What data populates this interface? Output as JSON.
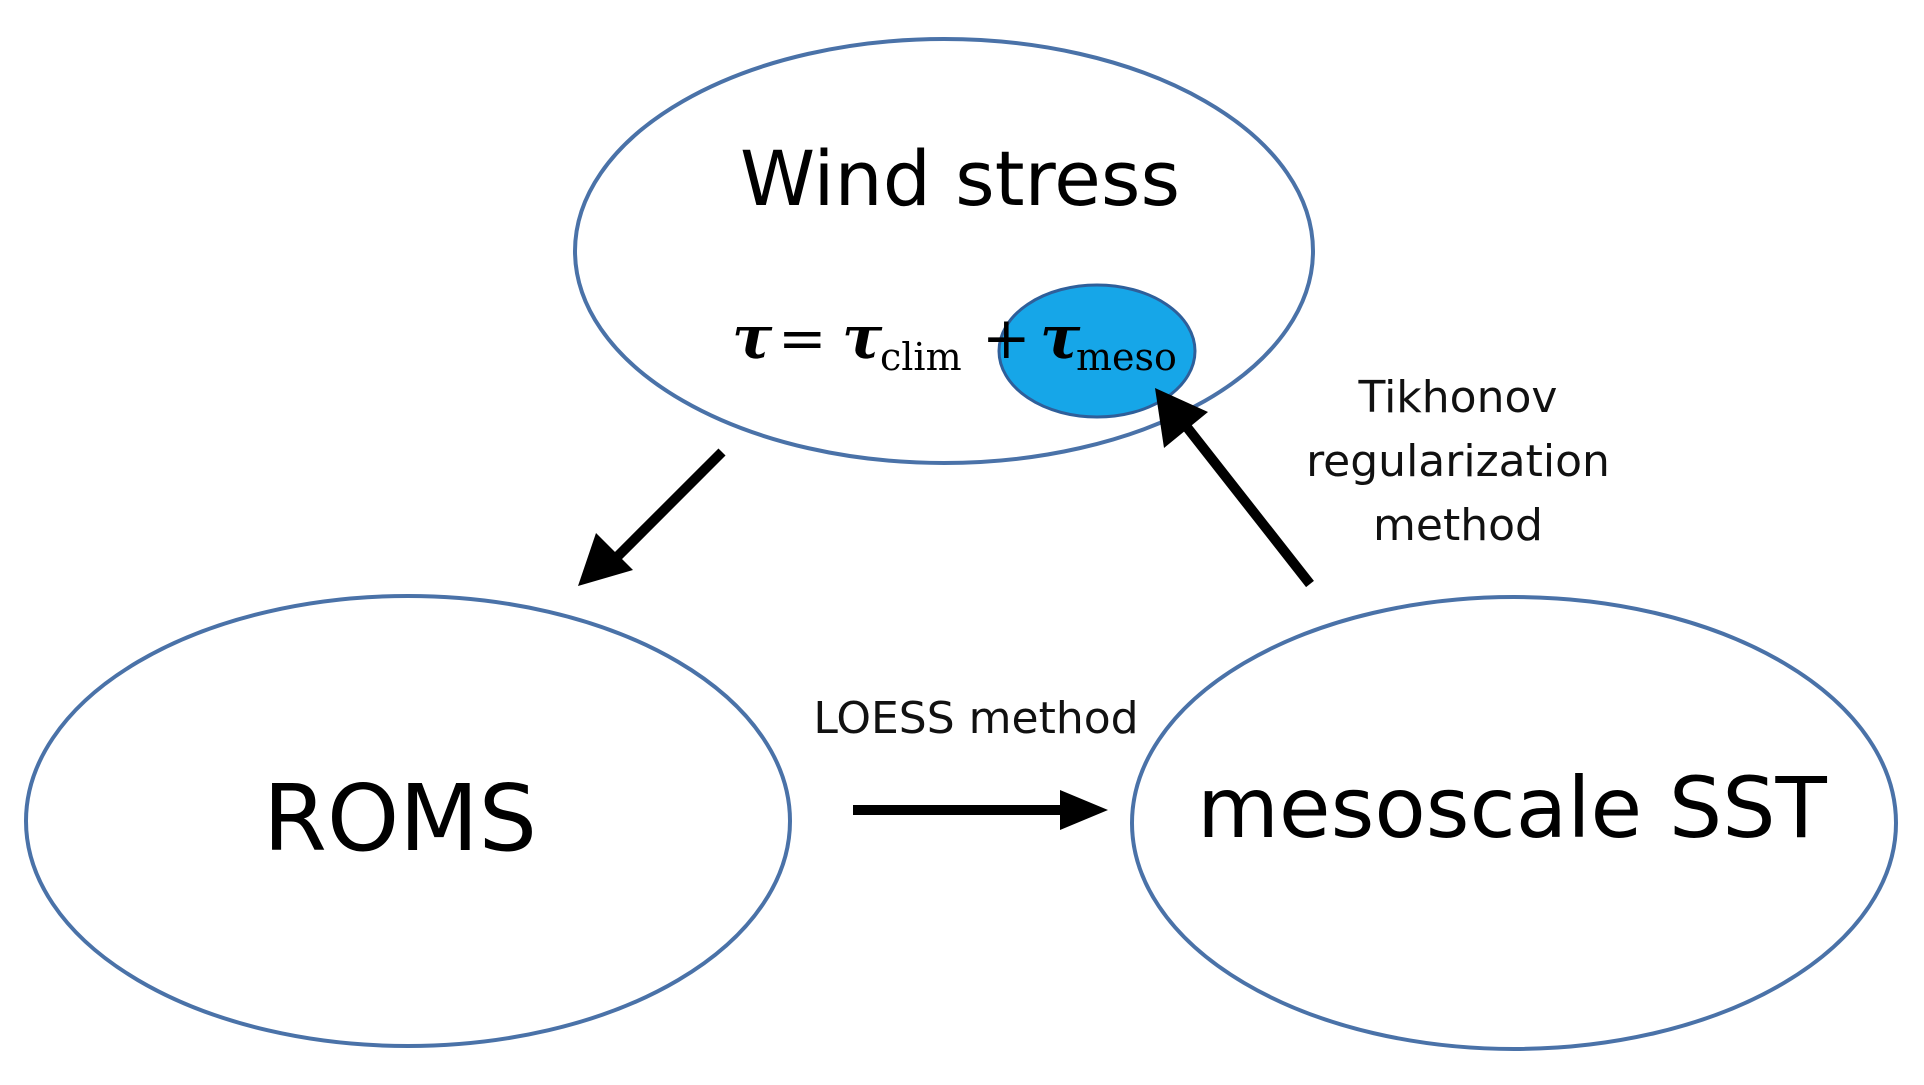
{
  "nodes": {
    "wind_stress": {
      "title": "Wind stress",
      "formula": {
        "lhs": "τ",
        "equals": "=",
        "term1": "τ",
        "term1_sub": "clim",
        "plus": "+",
        "term2": "τ",
        "term2_sub": "meso"
      }
    },
    "roms": {
      "title": "ROMS"
    },
    "mesoscale_sst": {
      "title": "mesoscale SST"
    }
  },
  "edges": {
    "roms_to_sst": {
      "label": "LOESS method"
    },
    "sst_to_wind": {
      "label_line1": "Tikhonov",
      "label_line2": "regularization",
      "label_line3": "method"
    }
  },
  "colors": {
    "ellipse_stroke": "#4a72a8",
    "highlight_fill": "#16a6e8",
    "arrow": "#000000"
  }
}
